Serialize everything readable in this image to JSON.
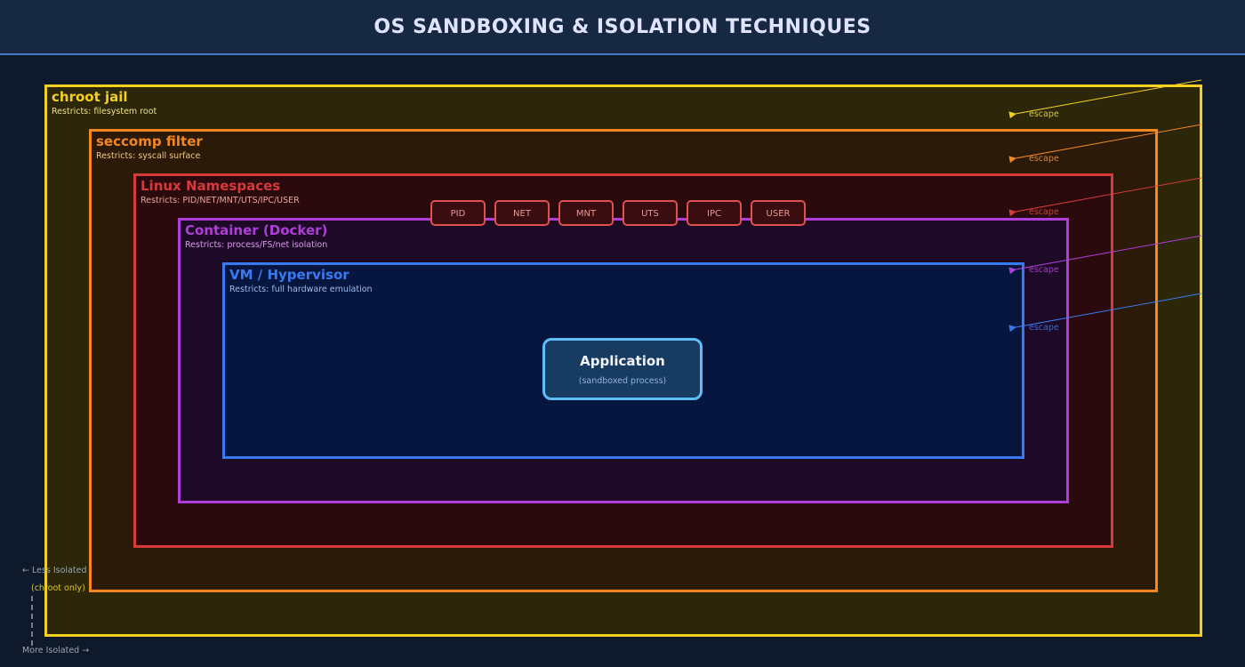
{
  "header": {
    "title": "OS SANDBOXING & ISOLATION TECHNIQUES"
  },
  "layers": [
    {
      "name": "chroot jail",
      "restricts": "Restricts: filesystem root",
      "color": "#f5d020",
      "fill": "#2b2708",
      "desc_color": "#f0e08a"
    },
    {
      "name": "seccomp filter",
      "restricts": "Restricts: syscall surface",
      "color": "#f5871f",
      "fill": "#2b1a08",
      "desc_color": "#f0c880"
    },
    {
      "name": "Linux Namespaces",
      "restricts": "Restricts: PID/NET/MNT/UTS/IPC/USER",
      "color": "#d63a3a",
      "fill": "#2a0a0c",
      "desc_color": "#eda39a"
    },
    {
      "name": "Container (Docker)",
      "restricts": "Restricts: process/FS/net isolation",
      "color": "#b03ed8",
      "fill": "#1c0a26",
      "desc_color": "#dd99ef"
    },
    {
      "name": "VM / Hypervisor",
      "restricts": "Restricts: full hardware emulation",
      "color": "#3a7af0",
      "fill": "#06163e",
      "desc_color": "#9fbcef"
    }
  ],
  "namespaces": [
    "PID",
    "NET",
    "MNT",
    "UTS",
    "IPC",
    "USER"
  ],
  "application": {
    "title": "Application",
    "subtitle": "(sandboxed process)"
  },
  "escape_label": "escape",
  "legend": {
    "less_isolated": "← Less Isolated",
    "chroot_only": "(chroot only)",
    "more_isolated": "More Isolated →"
  }
}
